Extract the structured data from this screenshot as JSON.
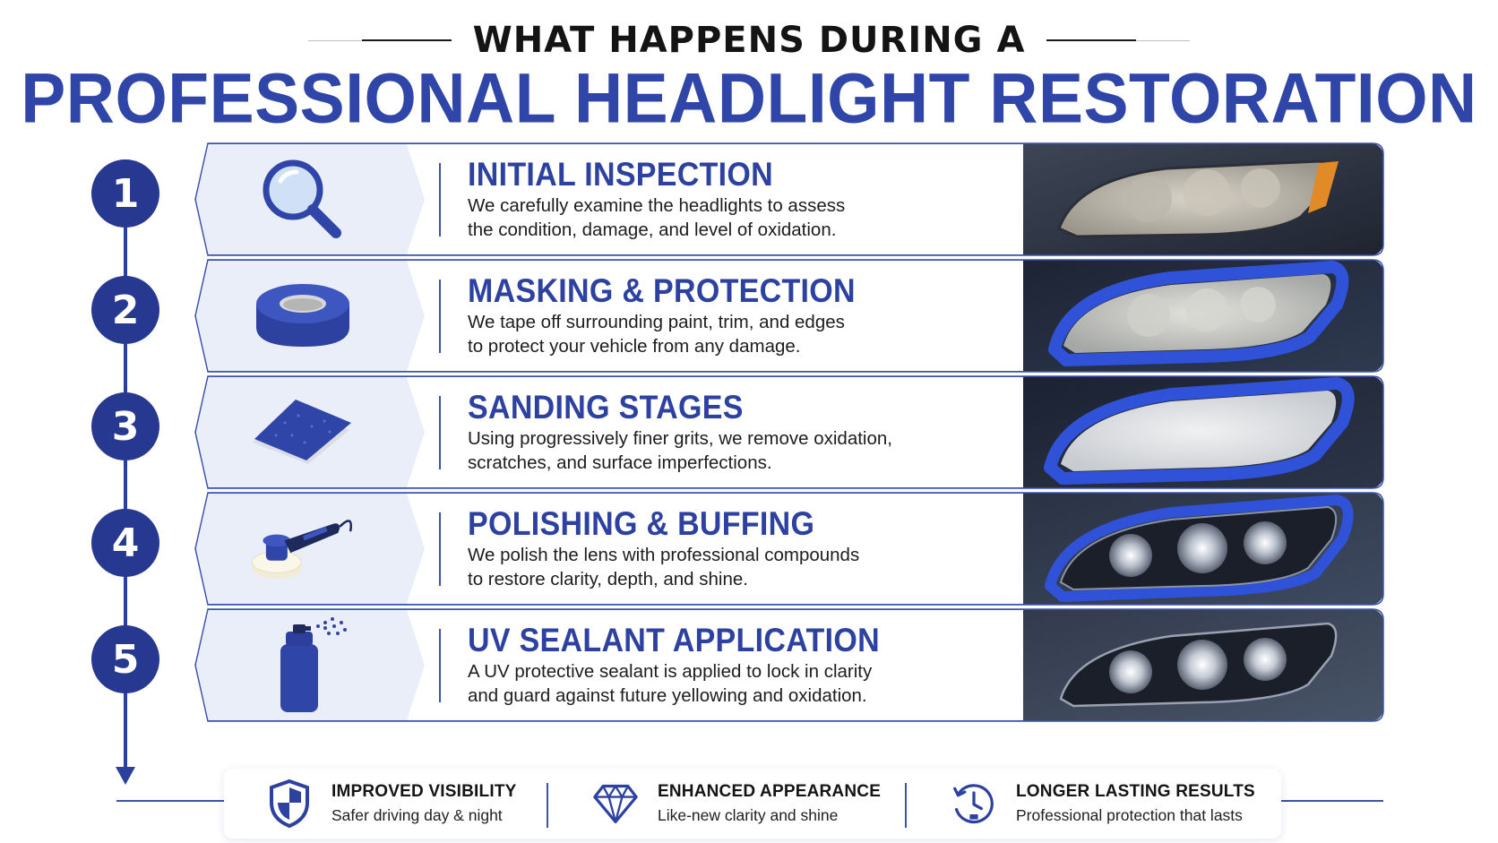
{
  "header": {
    "subtitle": "WHAT HAPPENS DURING A",
    "title": "PROFESSIONAL HEADLIGHT RESTORATION"
  },
  "colors": {
    "primary": "#2c41a0",
    "navy": "#26388f",
    "tile": "#e9eef8",
    "text": "#1d1d1d"
  },
  "steps": [
    {
      "number": "1",
      "icon": "magnifying-glass-icon",
      "title": "INITIAL INSPECTION",
      "line1": "We carefully examine the headlights to assess",
      "line2": "the condition, damage, and level of oxidation.",
      "photo": "oxidized-headlight-photo"
    },
    {
      "number": "2",
      "icon": "masking-tape-icon",
      "title": "MASKING & PROTECTION",
      "line1": "We tape off surrounding paint, trim, and edges",
      "line2": "to protect your vehicle from any damage.",
      "photo": "taped-headlight-photo"
    },
    {
      "number": "3",
      "icon": "sandpaper-icon",
      "title": "SANDING STAGES",
      "line1": "Using progressively finer grits, we remove oxidation,",
      "line2": "scratches, and surface imperfections.",
      "photo": "sanded-headlight-photo"
    },
    {
      "number": "4",
      "icon": "polisher-icon",
      "title": "POLISHING & BUFFING",
      "line1": "We polish the lens with professional compounds",
      "line2": "to restore clarity, depth, and shine.",
      "photo": "polished-headlight-photo"
    },
    {
      "number": "5",
      "icon": "spray-can-icon",
      "title": "UV SEALANT APPLICATION",
      "line1": "A UV protective sealant is applied to lock in clarity",
      "line2": "and guard against future yellowing and oxidation.",
      "photo": "sealed-headlight-photo"
    }
  ],
  "benefits": [
    {
      "icon": "shield-icon",
      "title": "IMPROVED VISIBILITY",
      "subtitle": "Safer driving day & night"
    },
    {
      "icon": "diamond-icon",
      "title": "ENHANCED APPEARANCE",
      "subtitle": "Like-new clarity and shine"
    },
    {
      "icon": "clock-icon",
      "title": "LONGER LASTING RESULTS",
      "subtitle": "Professional protection that lasts"
    }
  ]
}
